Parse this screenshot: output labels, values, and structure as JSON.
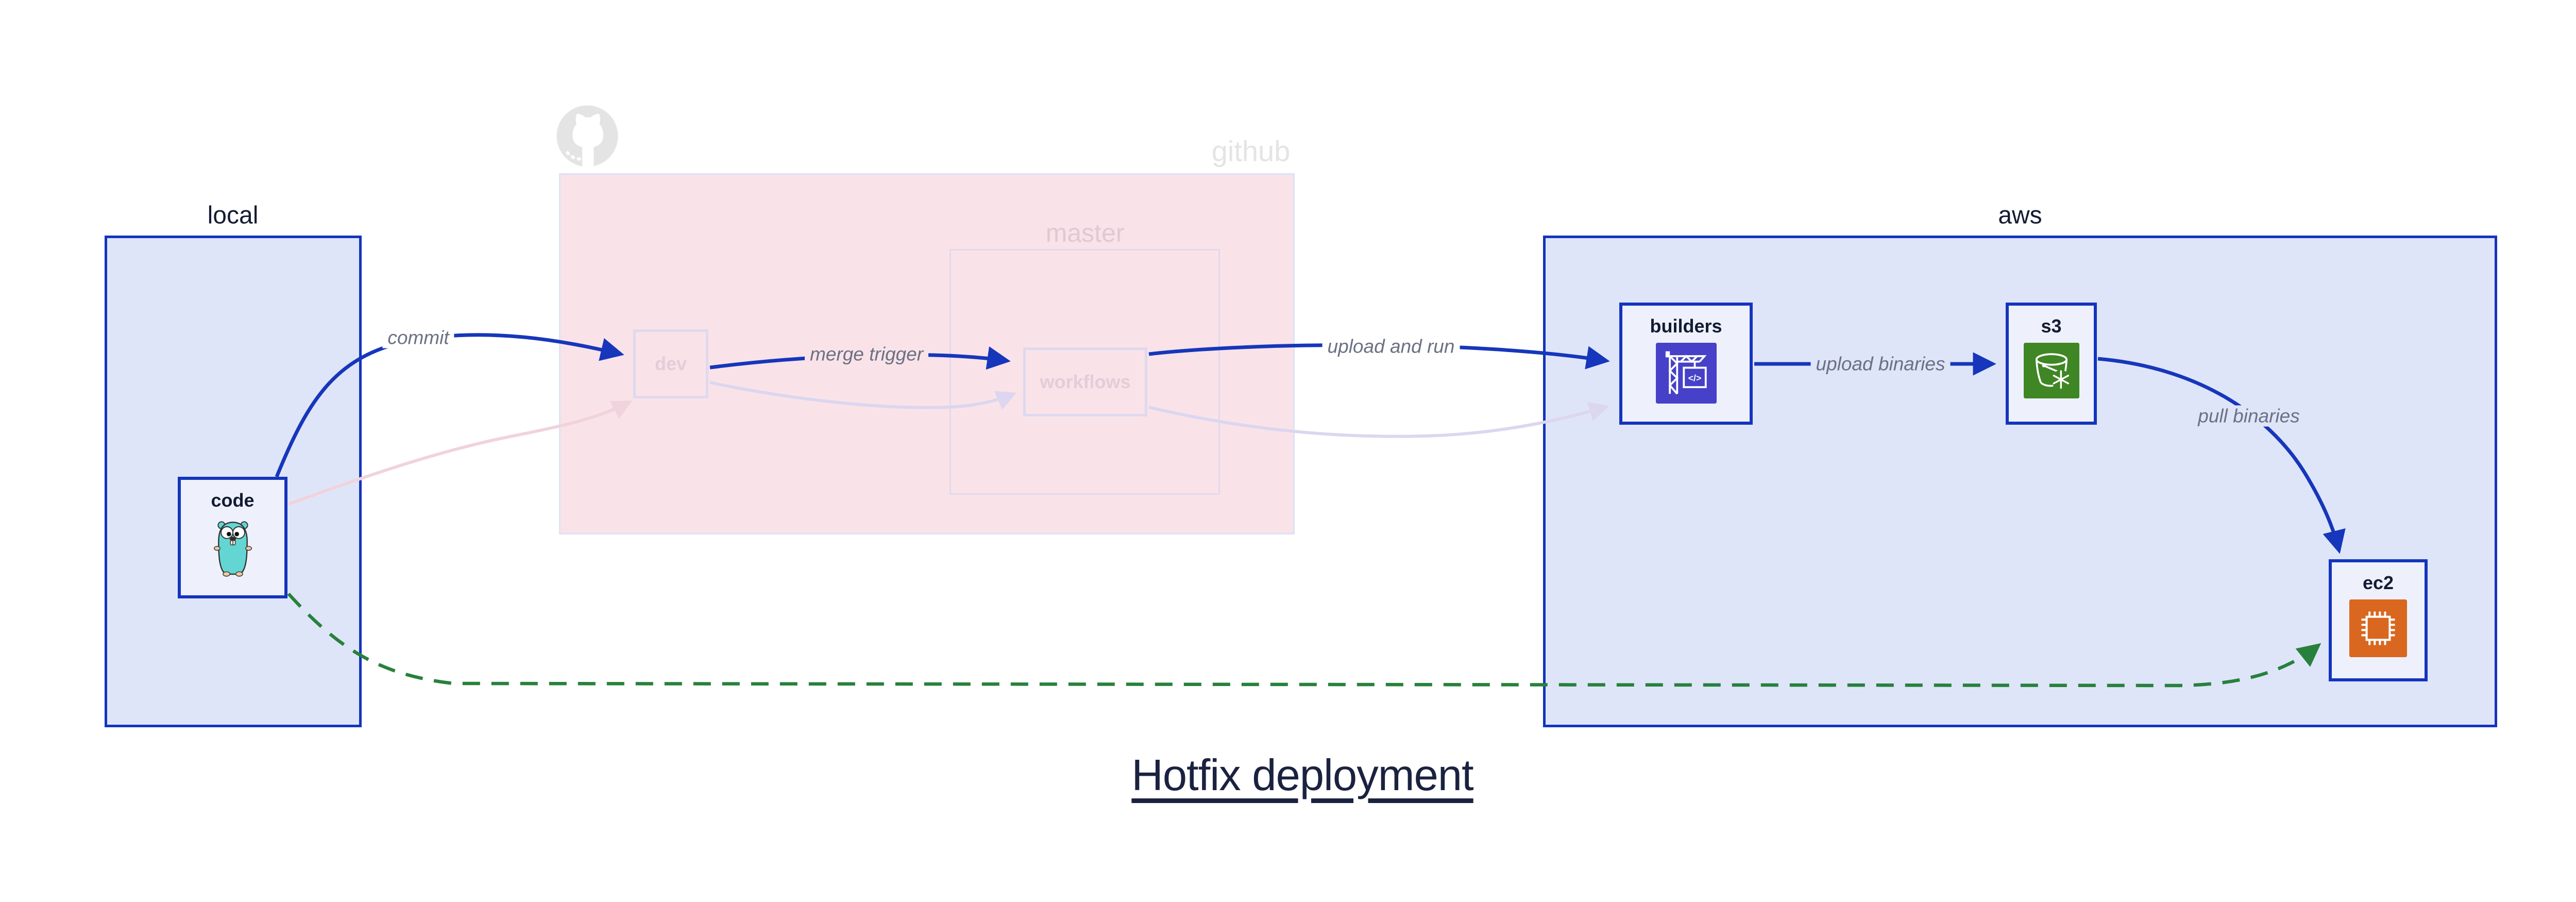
{
  "title": "Hotfix deployment",
  "groups": {
    "local": {
      "label": "local"
    },
    "github": {
      "label": "github",
      "logo": "github-octocat-icon",
      "state": "faded"
    },
    "master": {
      "label": "master",
      "state": "faded"
    },
    "aws": {
      "label": "aws"
    }
  },
  "nodes": {
    "code": {
      "label": "code",
      "icon": "go-gopher-icon",
      "state": "active"
    },
    "dev": {
      "label": "dev",
      "state": "faded"
    },
    "workflows": {
      "label": "workflows",
      "state": "faded"
    },
    "builders": {
      "label": "builders",
      "icon": "aws-codebuild-icon",
      "state": "active"
    },
    "s3": {
      "label": "s3",
      "icon": "aws-s3-glacier-icon",
      "state": "active"
    },
    "ec2": {
      "label": "ec2",
      "icon": "aws-ec2-icon",
      "state": "active"
    }
  },
  "edges": [
    {
      "id": "commit",
      "from": "code",
      "to": "dev",
      "label": "commit",
      "style": "solid-blue"
    },
    {
      "id": "merge-trigger",
      "from": "dev",
      "to": "workflows",
      "label": "merge trigger",
      "style": "solid-blue"
    },
    {
      "id": "upload-and-run",
      "from": "workflows",
      "to": "builders",
      "label": "upload and run",
      "style": "solid-blue"
    },
    {
      "id": "upload-binaries",
      "from": "builders",
      "to": "s3",
      "label": "upload binaries",
      "style": "solid-blue"
    },
    {
      "id": "pull-binaries",
      "from": "s3",
      "to": "ec2",
      "label": "pull binaries",
      "style": "solid-blue"
    },
    {
      "id": "hotfix-path",
      "from": "code",
      "to": "ec2",
      "label": "",
      "style": "dashed-green"
    },
    {
      "id": "code-dev-old",
      "from": "code",
      "to": "dev",
      "label": "",
      "style": "faded-pink"
    },
    {
      "id": "dev-workflows-old",
      "from": "dev",
      "to": "workflows",
      "label": "",
      "style": "faded-lavender"
    },
    {
      "id": "workflows-builders-old",
      "from": "workflows",
      "to": "builders",
      "label": "",
      "style": "faded-lavender"
    }
  ],
  "palette": {
    "edge_blue": "#1636bb",
    "strong_blue": "#1434bd",
    "group_blue_fill": "#dfe5f9",
    "node_fill": "#eef1fc",
    "navy_text": "#131c33",
    "title_navy": "#1b2240",
    "github_pink_fill": "#f9e3e9",
    "github_pink_border": "#dce3f7",
    "master_border": "#e3d9ea",
    "faded_node_border": "#ded9ee",
    "faded_node_text": "#e2cdd8",
    "faded_edge_pink": "#f0d3dc",
    "faded_edge_lavender": "#dcd6f0",
    "hotfix_green": "#27813c",
    "edge_label_gray": "#6b7183",
    "github_gray": "#e4e4e4",
    "master_label": "#e0c9d4",
    "codebuild_indigo": "#4641c8",
    "s3_green": "#3f8624",
    "ec2_orange": "#d9671f",
    "gopher_teal": "#63d6d3"
  }
}
